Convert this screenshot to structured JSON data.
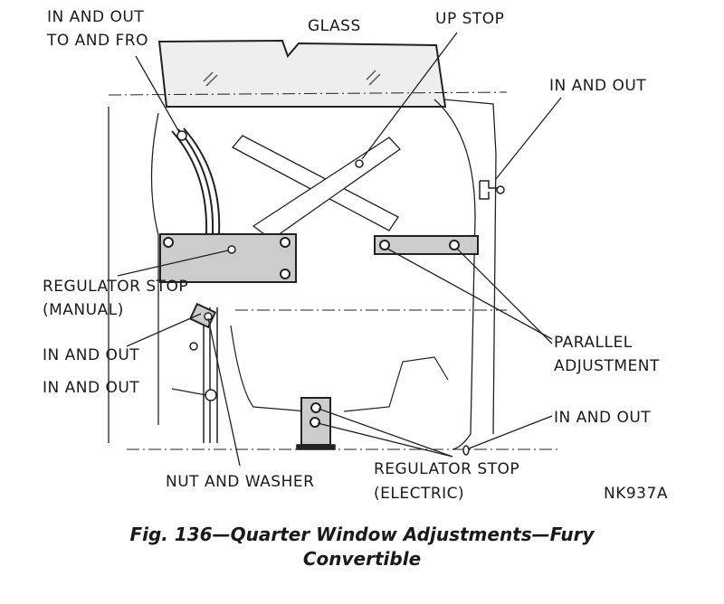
{
  "labels": {
    "in_out_to_fro_1": "IN AND OUT",
    "in_out_to_fro_2": "TO AND FRO",
    "glass": "GLASS",
    "up_stop": "UP STOP",
    "in_out_right": "IN AND OUT",
    "reg_stop_manual_1": "REGULATOR STOP",
    "reg_stop_manual_2": "(MANUAL)",
    "in_out_left_1": "IN AND OUT",
    "in_out_left_2": "IN AND OUT",
    "parallel_1": "PARALLEL",
    "parallel_2": "ADJUSTMENT",
    "in_out_lower_right": "IN AND OUT",
    "nut_washer": "NUT AND WASHER",
    "reg_stop_electric_1": "REGULATOR STOP",
    "reg_stop_electric_2": "(ELECTRIC)",
    "code": "NK937A"
  },
  "caption": {
    "line1": "Fig. 136—Quarter Window Adjustments—Fury",
    "line2": "Convertible"
  }
}
